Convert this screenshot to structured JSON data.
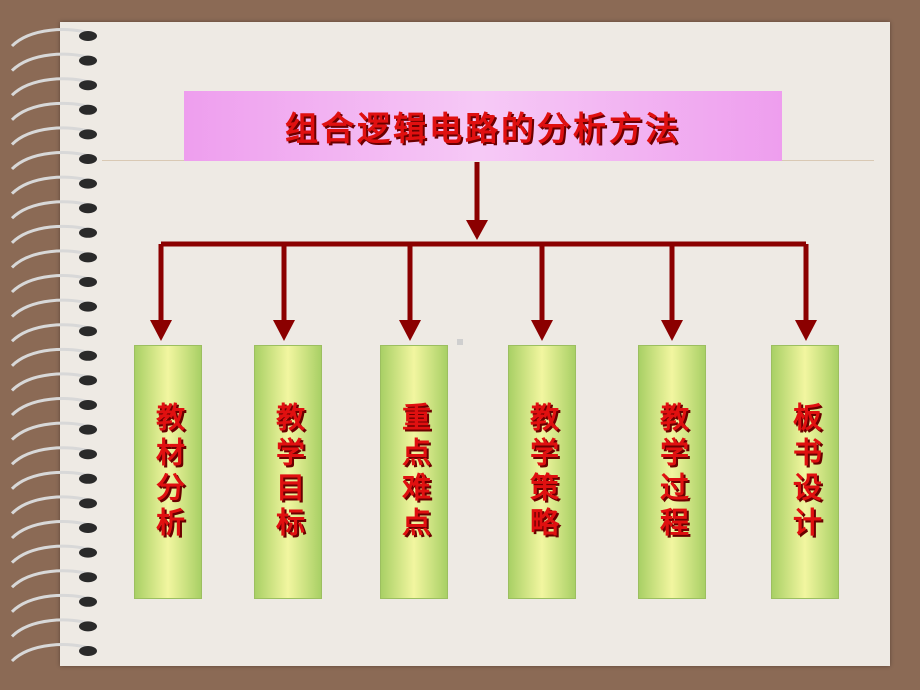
{
  "diagram": {
    "title": "组合逻辑电路的分析方法",
    "items": [
      {
        "label": "教材分析"
      },
      {
        "label": "教学目标"
      },
      {
        "label": "重点难点"
      },
      {
        "label": "教学策略"
      },
      {
        "label": "教学过程"
      },
      {
        "label": "板书设计"
      }
    ]
  },
  "colors": {
    "background": "#8b6a55",
    "paper": "#eeeae4",
    "title_box": "#ee9eee",
    "item_box": "#c8e27a",
    "text": "#e01010",
    "connector": "#8b0000"
  }
}
